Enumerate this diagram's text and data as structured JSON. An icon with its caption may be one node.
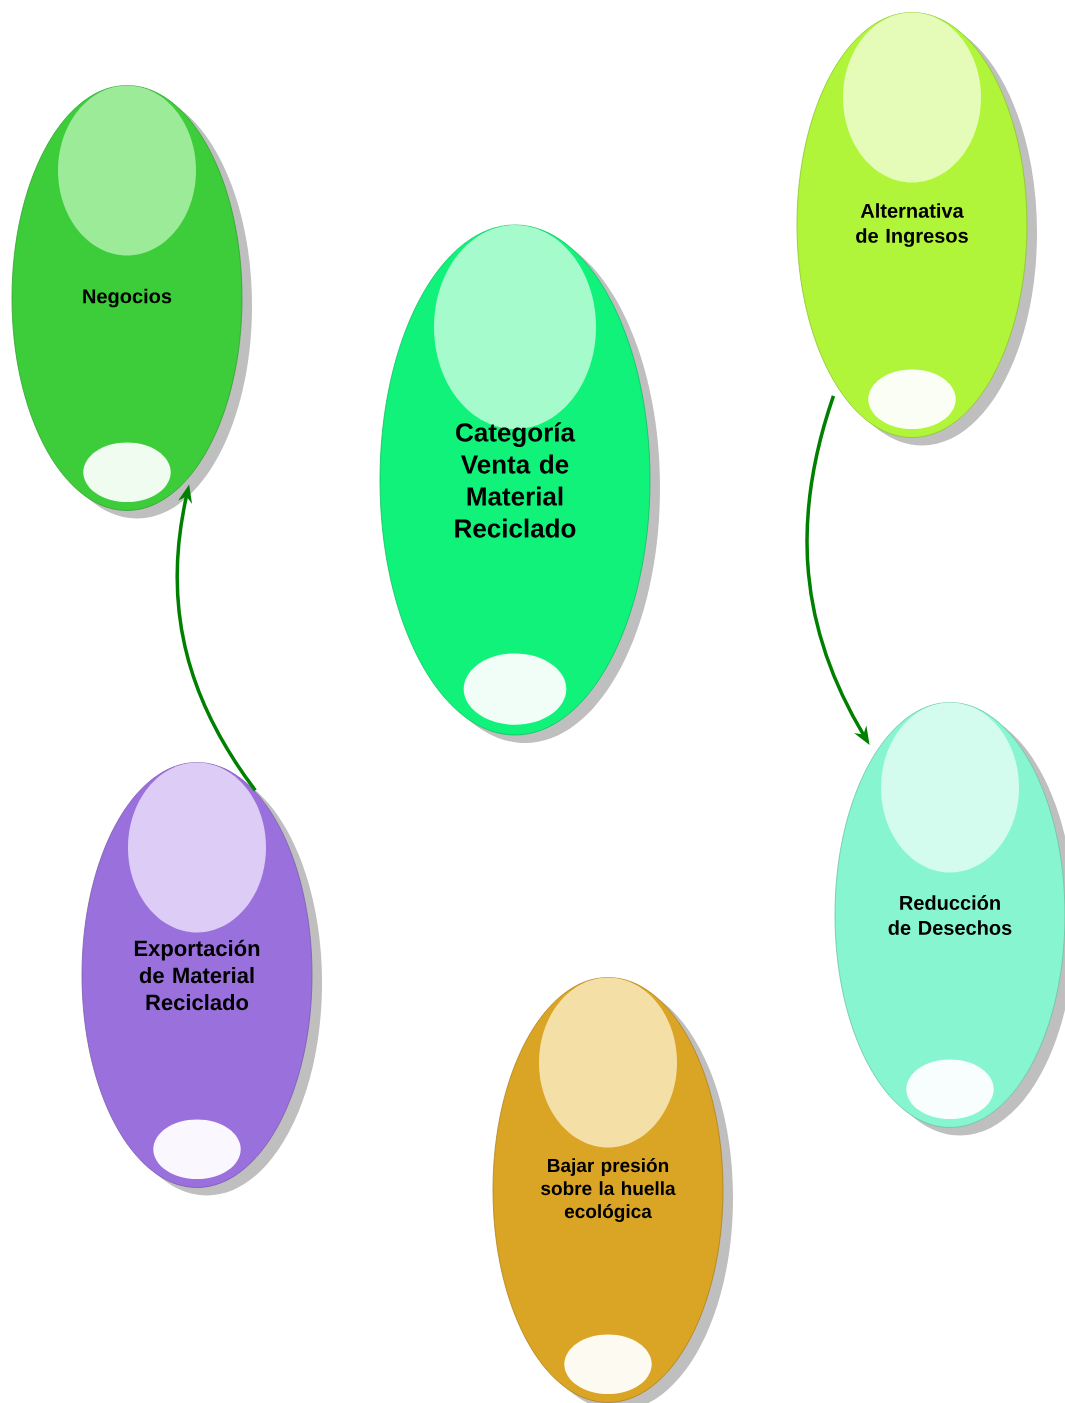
{
  "diagram": {
    "nodes": [
      {
        "text": [
          "Negocios"
        ]
      },
      {
        "text": [
          "Categoría Venta de Material Reciclado"
        ]
      },
      {
        "text": [
          "Alternativa de Ingresos"
        ]
      },
      {
        "text": [
          "Reducción de Desechos"
        ]
      },
      {
        "text": [
          "Bajar presión sobre la huella ecológica"
        ]
      },
      {
        "text": [
          "Exportación de Material Reciclado"
        ]
      }
    ],
    "edges": [
      {
        "from": 5,
        "to": 0,
        "arrow": "to"
      },
      {
        "from": 2,
        "to": 3,
        "arrow": "to"
      }
    ]
  }
}
